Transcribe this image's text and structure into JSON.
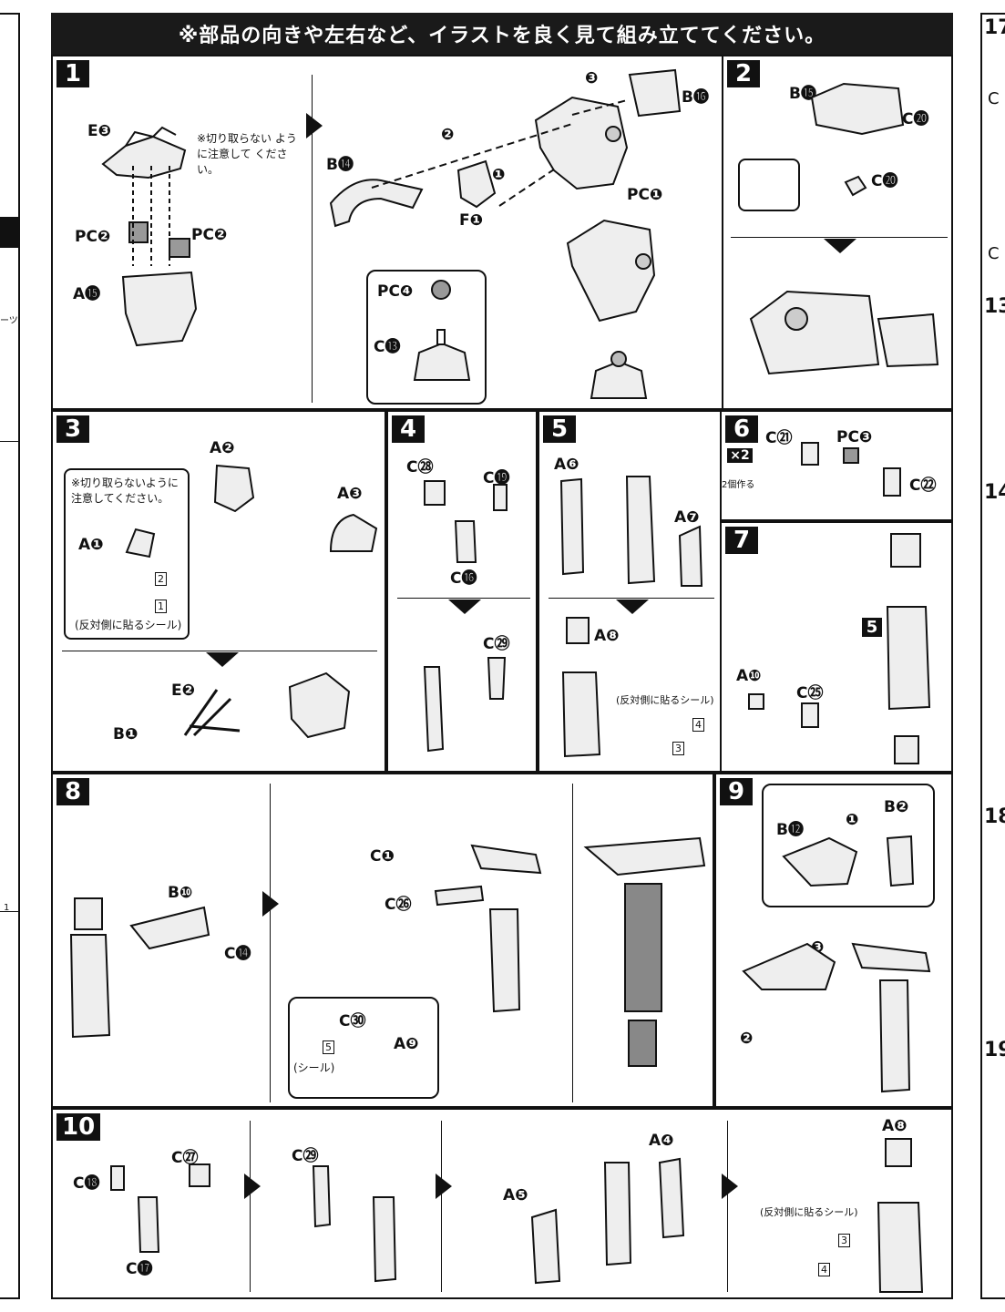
{
  "header": {
    "caution": "※部品の向きや左右など、イラストを良く見て組み立ててください。"
  },
  "left_strip": {
    "texts": [
      "ーツ",
      "1"
    ]
  },
  "right_strip": {
    "steps": [
      "17",
      "13",
      "14",
      "18",
      "19"
    ],
    "letters": [
      "C",
      "C"
    ]
  },
  "steps": {
    "s1": {
      "num": "1",
      "parts": [
        "E❸",
        "PC❷",
        "PC❷",
        "A⓯",
        "B⓮",
        "F❶",
        "B⓰",
        "PC❶",
        "PC❹",
        "C⓭"
      ],
      "note": "※切り取らない ように注意して ください。",
      "order": [
        "❶",
        "❷",
        "❸"
      ]
    },
    "s2": {
      "num": "2",
      "parts": [
        "B⓯",
        "C⓴",
        "C⓴"
      ]
    },
    "s3": {
      "num": "3",
      "parts": [
        "A❷",
        "A❸",
        "A❶",
        "E❷",
        "B❶"
      ],
      "note": "※切り取らないように 注意してください。",
      "stickers": [
        "2",
        "1"
      ],
      "reverse": "(反対側に貼るシール)"
    },
    "s4": {
      "num": "4",
      "parts": [
        "C㉘",
        "C⓳",
        "C⓰",
        "C㉙"
      ]
    },
    "s5": {
      "num": "5",
      "parts": [
        "A❻",
        "A❼",
        "A❽"
      ],
      "reverse": "(反対側に貼るシール)",
      "stickers": [
        "4",
        "3"
      ]
    },
    "s6": {
      "num": "6",
      "parts": [
        "C㉑",
        "PC❸",
        "C㉒"
      ],
      "x2": "×2",
      "make2": "2個作る"
    },
    "s7": {
      "num": "7",
      "parts": [
        "A❿",
        "C㉕"
      ],
      "ref": "5"
    },
    "s8": {
      "num": "8",
      "parts": [
        "B❿",
        "C⓮",
        "C❶",
        "C㉖",
        "C㉚",
        "A❾"
      ],
      "sticker_label": "(シール)",
      "stickers": [
        "5"
      ]
    },
    "s9": {
      "num": "9",
      "parts": [
        "B⓬",
        "B❷"
      ],
      "order": [
        "❶",
        "❷",
        "❸"
      ]
    },
    "s10": {
      "num": "10",
      "parts": [
        "C⓲",
        "C㉗",
        "C⓱",
        "C㉙",
        "A❹",
        "A❺",
        "A❽"
      ],
      "reverse": "(反対側に貼るシール)",
      "stickers": [
        "3",
        "4"
      ]
    }
  }
}
